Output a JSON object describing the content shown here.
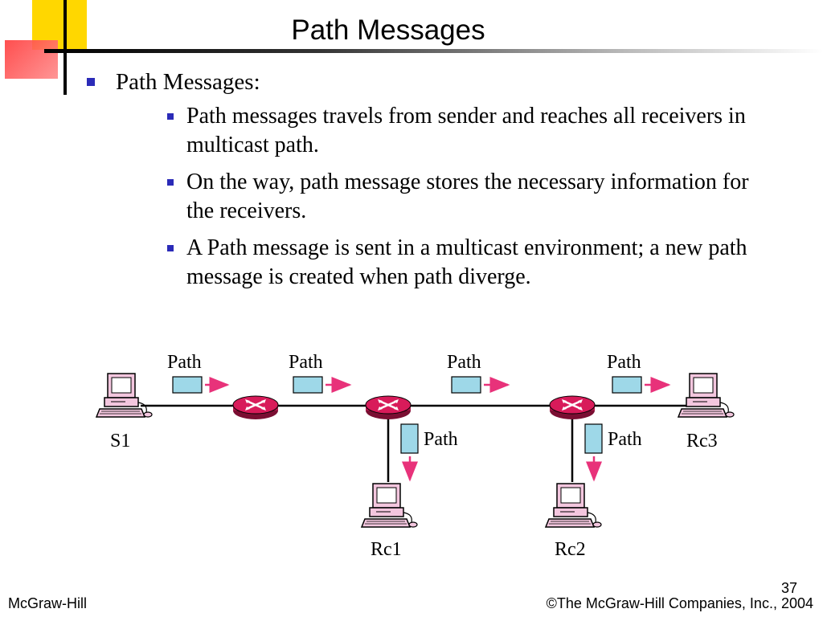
{
  "slide": {
    "title": "Path  Messages",
    "bullet_main": "Path Messages:",
    "sub_bullets": [
      "Path messages travels from sender and reaches all receivers in multicast path.",
      "On the way, path message stores the necessary information for the receivers.",
      "A Path message is sent in a multicast environment; a new path message is created when path diverge."
    ]
  },
  "diagram": {
    "message_label": "Path",
    "hosts": {
      "s1": "S1",
      "rc1": "Rc1",
      "rc2": "Rc2",
      "rc3": "Rc3"
    }
  },
  "footer": {
    "left": "McGraw-Hill",
    "right": "©The McGraw-Hill Companies, Inc., 2004",
    "page_number": "37"
  },
  "colors": {
    "accent_yellow": "#ffd700",
    "accent_red": "#ff5555",
    "bullet_blue": "#2b2bb8",
    "message_box": "#9ed8e8",
    "arrow_pink": "#e8327a",
    "router_red": "#d81b5a",
    "computer_pink": "#f3c6de"
  }
}
